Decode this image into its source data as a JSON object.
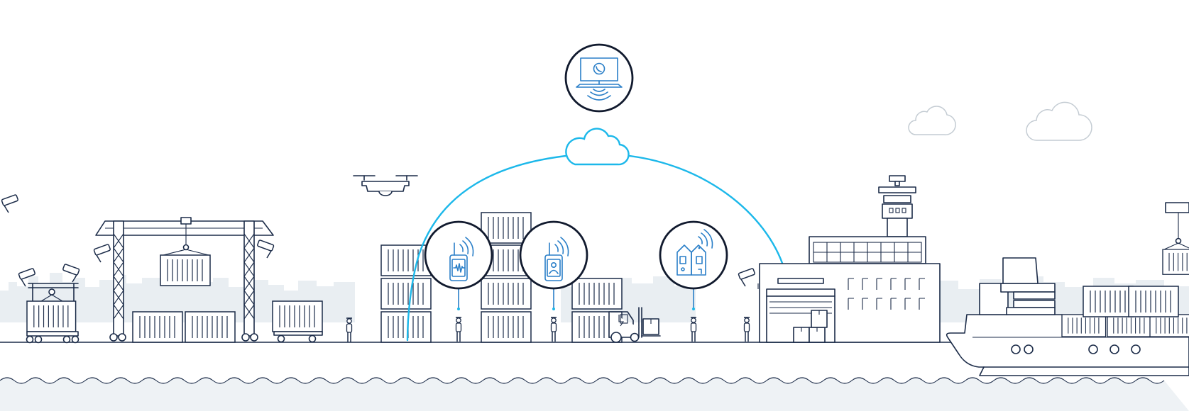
{
  "colors": {
    "line": "#1b2b48",
    "accent": "#1cb8ea",
    "device": "#2a7fc8",
    "skyline": "#e9eef2",
    "water": "#eef2f5"
  },
  "network": {
    "dispatcher_icon": "computer-phone-icon",
    "cloud_icon": "cloud-icon",
    "devices": [
      {
        "name": "two-way-radio-voice",
        "icon": "walkie-talkie-waveform-icon"
      },
      {
        "name": "two-way-radio-user",
        "icon": "walkie-talkie-person-icon"
      },
      {
        "name": "smartphone-terminal",
        "icon": "smartphone-pair-icon"
      }
    ]
  },
  "scene": {
    "elements": [
      "gantry-crane",
      "straddle-carrier",
      "container-stacks",
      "drone",
      "forklift",
      "control-tower-warehouse",
      "cargo-ship",
      "security-cameras",
      "workers",
      "sea"
    ]
  }
}
